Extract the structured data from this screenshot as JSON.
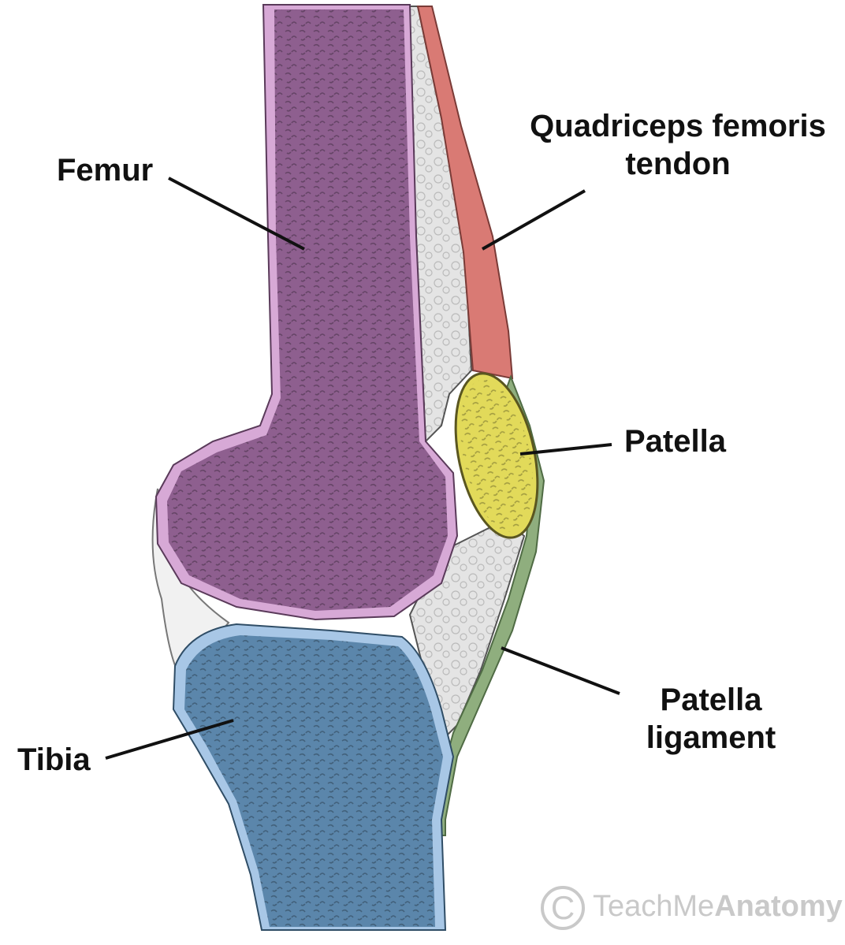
{
  "labels": {
    "femur": "Femur",
    "quadriceps_line1": "Quadriceps femoris",
    "quadriceps_line2": "tendon",
    "patella": "Patella",
    "patella_ligament_line1": "Patella",
    "patella_ligament_line2": "ligament",
    "tibia": "Tibia"
  },
  "watermark": {
    "symbol": "C",
    "brand_regular": "TeachMe",
    "brand_bold": "Anatomy"
  },
  "colors": {
    "femur": "#8e5f8f",
    "femur_outline": "#d7a9d6",
    "tibia": "#5b86ab",
    "tibia_outline": "#a8c7e6",
    "patella": "#e2da5a",
    "quadriceps_tendon": "#d97a74",
    "patella_ligament": "#8fae7e",
    "soft_tissue": "#e4e4e4",
    "cartilage": "#f1f1f1",
    "leader_line": "#111111",
    "watermark": "#c9c9c9"
  }
}
